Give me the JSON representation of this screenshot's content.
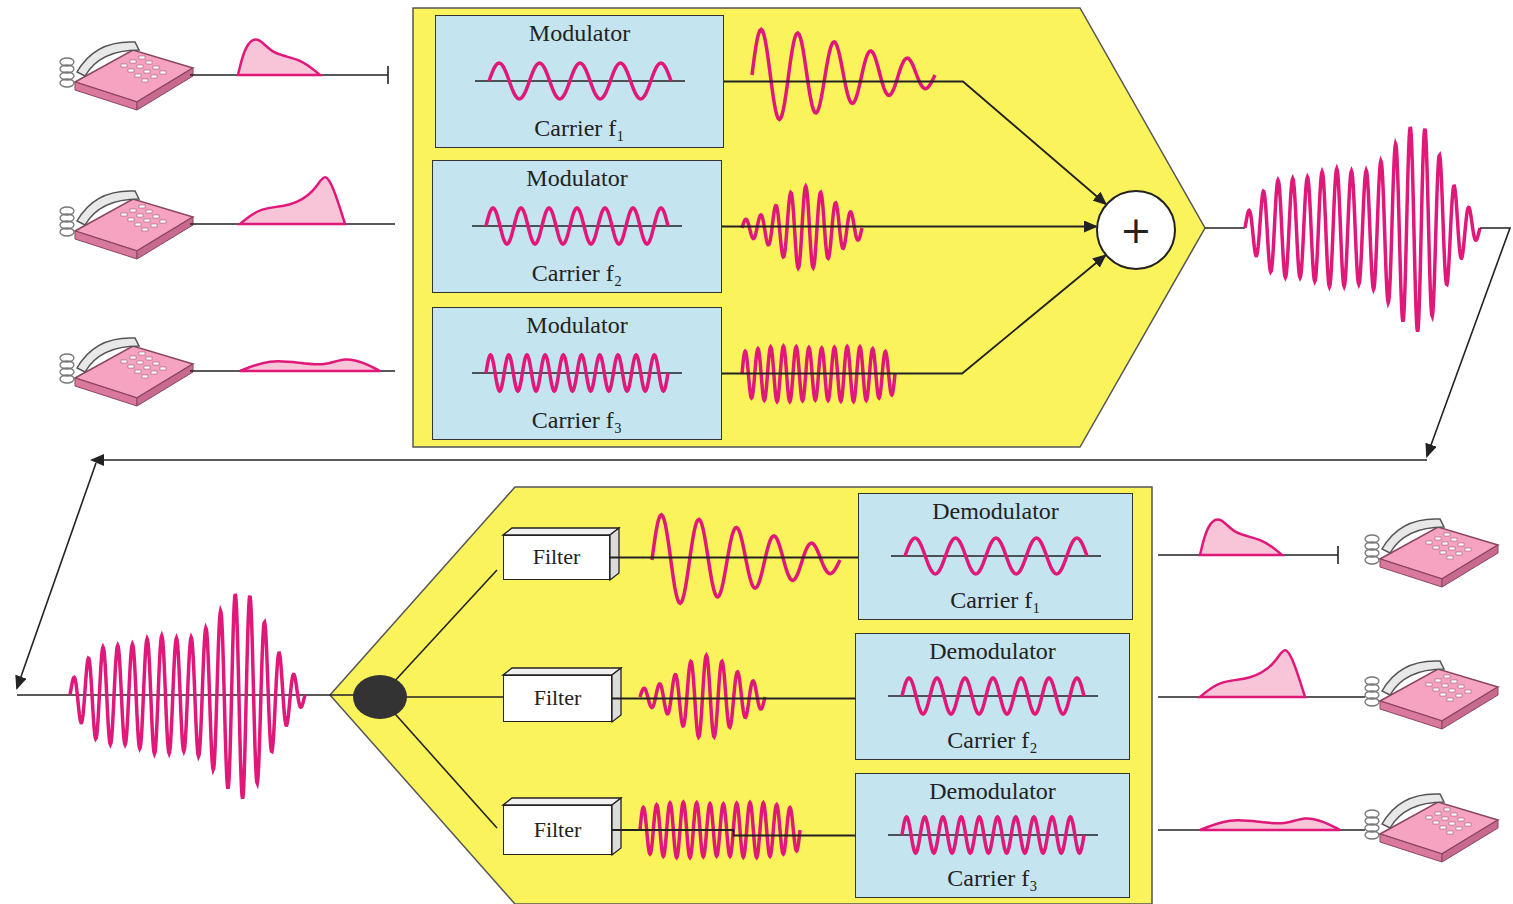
{
  "diagram": {
    "nodes": [
      {
        "text": [
          "Modulator",
          "Carrier f₁"
        ]
      },
      {
        "text": [
          "Modulator",
          "Carrier f₂"
        ]
      },
      {
        "text": [
          "Modulator",
          "Carrier f₃"
        ]
      },
      {
        "text": [
          "+"
        ]
      },
      {
        "text": [
          "Filter"
        ]
      },
      {
        "text": [
          "Demodulator",
          "Carrier f₁"
        ]
      },
      {
        "text": [
          "Filter"
        ]
      },
      {
        "text": [
          "Demodulator",
          "Carrier f₂"
        ]
      },
      {
        "text": [
          "Filter"
        ]
      },
      {
        "text": [
          "Demodulator",
          "Carrier f₃"
        ]
      }
    ],
    "edges": [
      {
        "from": 0,
        "to": 3,
        "arrow": "to"
      },
      {
        "from": 1,
        "to": 3,
        "arrow": "to"
      },
      {
        "from": 2,
        "to": 3,
        "arrow": "to"
      },
      {
        "from": 4,
        "to": 5,
        "arrow": "none"
      },
      {
        "from": 6,
        "to": 7,
        "arrow": "none"
      },
      {
        "from": 8,
        "to": 9,
        "arrow": "none"
      }
    ]
  }
}
